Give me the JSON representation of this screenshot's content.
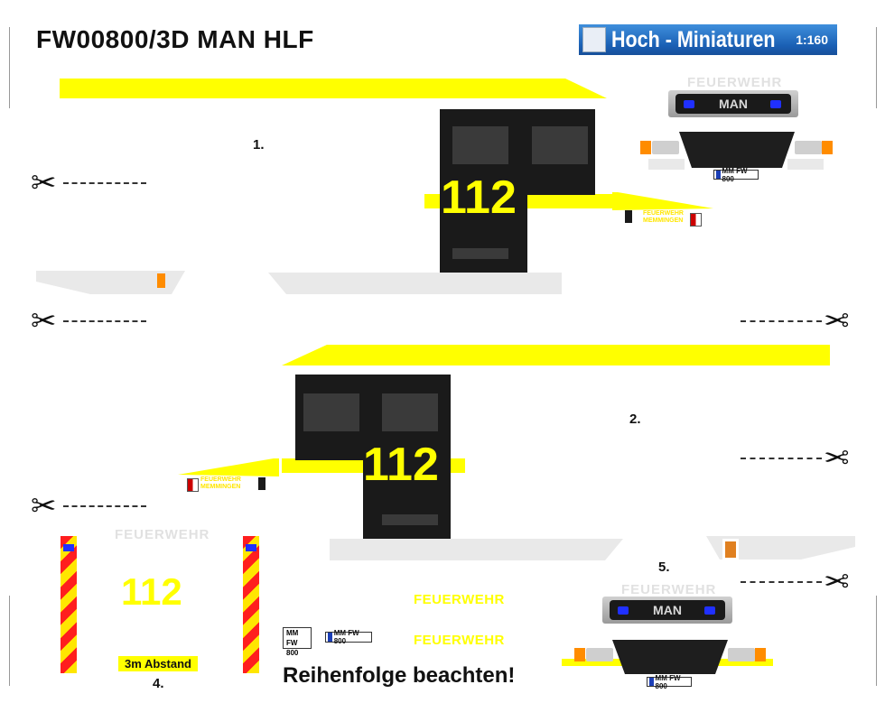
{
  "title": "FW00800/3D MAN HLF",
  "brand": {
    "name": "Hoch - Miniaturen",
    "scale": "1:160"
  },
  "sections": [
    "1.",
    "2.",
    "4.",
    "5."
  ],
  "door_number": "112",
  "feuerwehr_label": "FEUERWEHR",
  "feuerwehr_small": "FEUERWEHR",
  "memmingen_small": "MEMMINGEN",
  "plate_text": "MM FW 800",
  "plate_square_line1": "MM",
  "plate_square_line2": "FW 800",
  "grille_text": "MAN",
  "abstand_label": "3m Abstand",
  "hint": "Reihenfolge beachten!",
  "colors": {
    "signal_yellow": "#ffff00",
    "cab_black": "#1a1a1a",
    "brand_blue": "#1a5fb4",
    "warning_red": "#ff1e1e"
  },
  "icons": [
    "scissors-icon",
    "blue-light-icon",
    "orange-marker-icon",
    "coat-of-arms-icon"
  ]
}
